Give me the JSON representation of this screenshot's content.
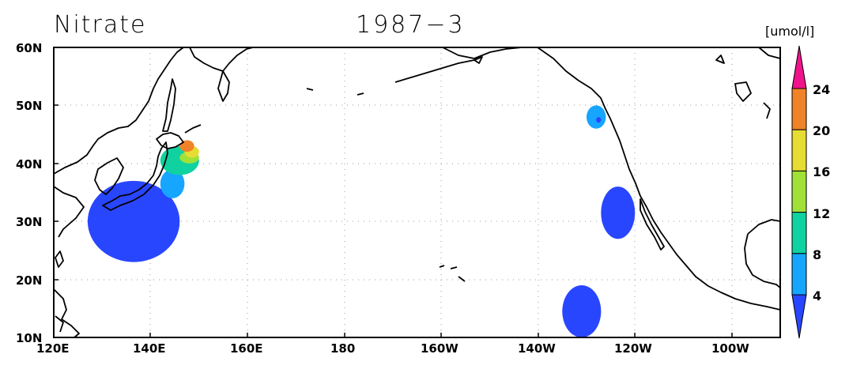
{
  "title": "Nitrate",
  "period": "1987−3",
  "colorbar": {
    "unit": "[umol/l]",
    "labels": [
      "24",
      "20",
      "16",
      "12",
      "8",
      "4"
    ],
    "colors": {
      "lt4": "#2946ff",
      "b4_8": "#16a6ff",
      "b8_12": "#10d2a0",
      "b12_16": "#a0e138",
      "b16_20": "#e6dc32",
      "b20_24": "#f08228",
      "gt24": "#f0148c"
    }
  },
  "axes": {
    "lat_labels": [
      "60N",
      "50N",
      "40N",
      "30N",
      "20N",
      "10N"
    ],
    "lon_labels": [
      "120E",
      "140E",
      "160E",
      "180",
      "160W",
      "140W",
      "120W",
      "100W"
    ],
    "lon_range": [
      120,
      270
    ],
    "lat_range": [
      10,
      60
    ],
    "grid": "dotted"
  },
  "map_data": {
    "type": "filled-contour map",
    "variable": "Nitrate",
    "regions": [
      {
        "area": "east of Japan (Kuroshio)",
        "lon": [
          127,
          146
        ],
        "lat": [
          23,
          37
        ],
        "band": "lt4"
      },
      {
        "area": "off northeast Japan",
        "lon": [
          142,
          147
        ],
        "lat": [
          34,
          39
        ],
        "band": "b4_8"
      },
      {
        "area": "off Hokkaido / Kuril",
        "lon": [
          142,
          150
        ],
        "lat": [
          38,
          43
        ],
        "band": "b8_12"
      },
      {
        "area": "off Hokkaido / Kuril",
        "lon": [
          146,
          150
        ],
        "lat": [
          40,
          42
        ],
        "band": "b12_16"
      },
      {
        "area": "off Hokkaido / Kuril",
        "lon": [
          147,
          150
        ],
        "lat": [
          41,
          43
        ],
        "band": "b16_20"
      },
      {
        "area": "off Hokkaido / Kuril",
        "lon": [
          146,
          149
        ],
        "lat": [
          42,
          44
        ],
        "band": "b20_24"
      },
      {
        "area": "off Washington / Vancouver",
        "lon": [
          230,
          234
        ],
        "lat": [
          46,
          50
        ],
        "band": "b4_8"
      },
      {
        "area": "off Washington / Vancouver",
        "lon": [
          232,
          233
        ],
        "lat": [
          47,
          48
        ],
        "band": "lt4"
      },
      {
        "area": "off southern California",
        "lon": [
          233,
          240
        ],
        "lat": [
          27,
          36
        ],
        "band": "lt4"
      },
      {
        "area": "tropical east Pacific",
        "lon": [
          225,
          233
        ],
        "lat": [
          10,
          19
        ],
        "band": "lt4"
      }
    ]
  }
}
